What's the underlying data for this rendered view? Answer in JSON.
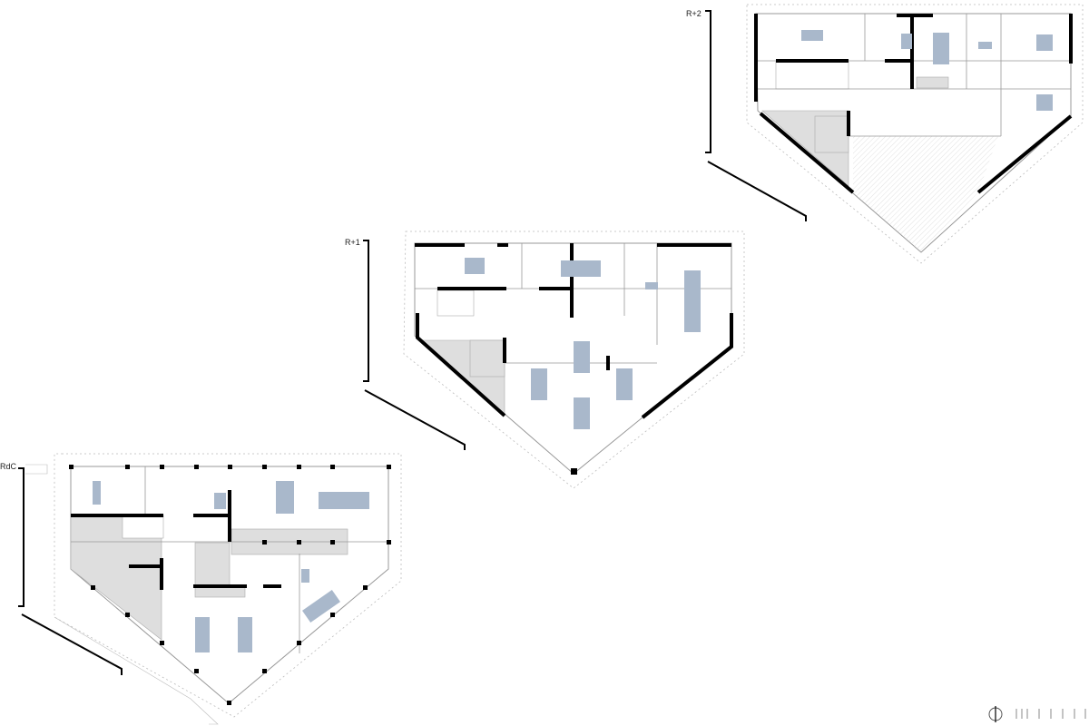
{
  "levels": [
    {
      "id": "rdc",
      "label": "RdC"
    },
    {
      "id": "r1",
      "label": "R+1"
    },
    {
      "id": "r2",
      "label": "R+2"
    }
  ],
  "colors": {
    "furniture": "#a9b8cb",
    "service_zone": "#dedede",
    "walls": "#000000"
  },
  "legend": {
    "north_arrow_icon": "north-arrow-icon",
    "scale_bar_icon": "scale-bar-icon"
  }
}
